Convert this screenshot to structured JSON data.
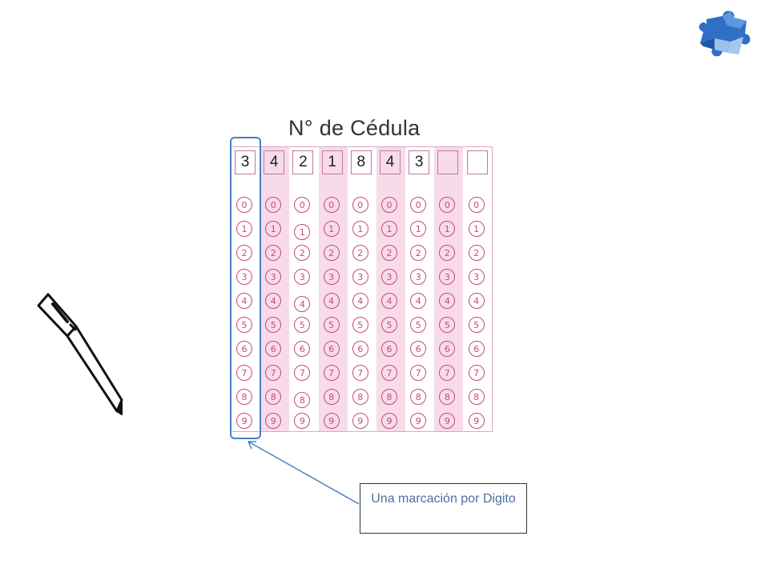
{
  "title": "N° de Cédula",
  "digits": [
    "3",
    "4",
    "2",
    "1",
    "8",
    "4",
    "3",
    "",
    ""
  ],
  "bubble_numbers": [
    "0",
    "1",
    "2",
    "3",
    "4",
    "5",
    "6",
    "7",
    "8",
    "9"
  ],
  "note": "Una marcación por Digito",
  "colors": {
    "bubble": "#c9487a",
    "shaded": "#f7dbe9",
    "highlight": "#4a7fc1"
  },
  "icons": [
    "puzzle-logo-icon",
    "pen-icon",
    "arrow-icon"
  ]
}
